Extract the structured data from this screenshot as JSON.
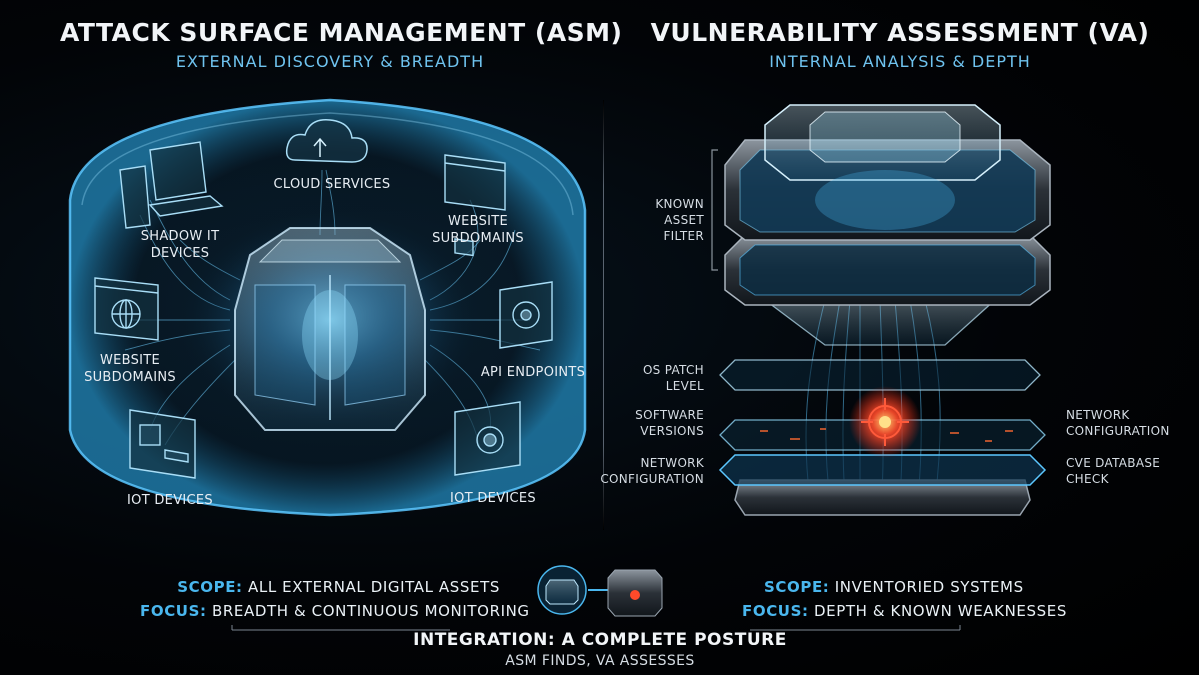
{
  "left": {
    "title": "ATTACK SURFACE MANAGEMENT (ASM)",
    "subtitle": "EXTERNAL DISCOVERY & BREADTH",
    "nodes": {
      "cloud": "CLOUD SERVICES",
      "shadow_it": "SHADOW IT\nDEVICES",
      "website_top": "WEBSITE\nSUBDOMAINS",
      "website_left": "WEBSITE\nSUBDOMAINS",
      "api": "API ENDPOINTS",
      "iot_left": "IOT DEVICES",
      "iot_right": "IOT DEVICES"
    },
    "scope_key": "SCOPE:",
    "scope_val": " ALL EXTERNAL DIGITAL ASSETS",
    "focus_key": "FOCUS:",
    "focus_val": " BREADTH & CONTINUOUS MONITORING"
  },
  "right": {
    "title": "VULNERABILITY ASSESSMENT (VA)",
    "subtitle": "INTERNAL ANALYSIS & DEPTH",
    "labels_left": {
      "filter": "KNOWN\nASSET\nFILTER",
      "os": "OS PATCH\nLEVEL",
      "software": "SOFTWARE\nVERSIONS",
      "network": "NETWORK\nCONFIGURATION"
    },
    "labels_right": {
      "network": "NETWORK\nCONFIGURATION",
      "cve": "CVE DATABASE\nCHECK"
    },
    "scope_key": "SCOPE:",
    "scope_val": " INVENTORIED SYSTEMS",
    "focus_key": "FOCUS:",
    "focus_val": " DEPTH & KNOWN WEAKNESSES"
  },
  "integration": {
    "title": "INTEGRATION: A COMPLETE POSTURE",
    "subtitle": "ASM FINDS, VA ASSESSES"
  },
  "colors": {
    "accent": "#4ab7ee",
    "glow": "#38b6ff",
    "target": "#ff4a2a",
    "background": "#000000"
  }
}
